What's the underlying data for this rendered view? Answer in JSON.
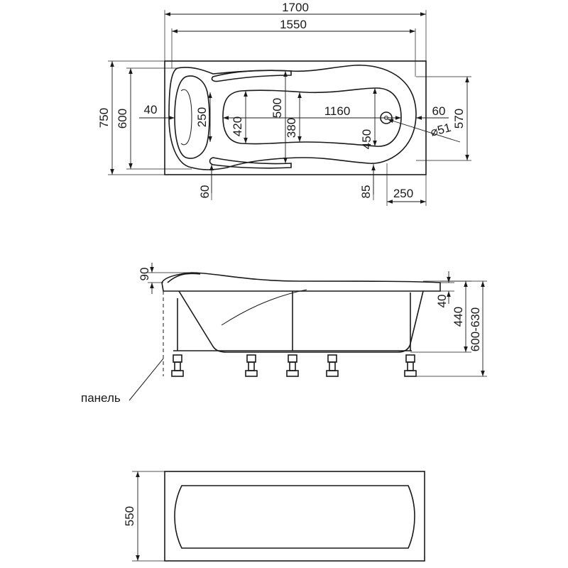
{
  "top_view": {
    "dimensions": {
      "overall_length": "1700",
      "inner_length": "1550",
      "overall_width": "750",
      "inner_width": "600",
      "headrest_offset": "40",
      "headrest_width": "250",
      "bottom_width_left": "420",
      "rim_width": "500",
      "bottom_width_mid": "380",
      "bottom_length": "1160",
      "bottom_width_right": "450",
      "drain_offset": "60",
      "drain_diameter": "⌀51",
      "foot_width": "570",
      "armrest_offset": "60",
      "drain_side_offset": "85",
      "foot_end_length": "250"
    }
  },
  "side_view": {
    "dimensions": {
      "headrest_height": "90",
      "rim_thickness": "40",
      "tub_depth": "440",
      "total_height": "600-630"
    },
    "panel_label": "панель"
  },
  "panel_view": {
    "dimensions": {
      "panel_height": "550"
    }
  }
}
